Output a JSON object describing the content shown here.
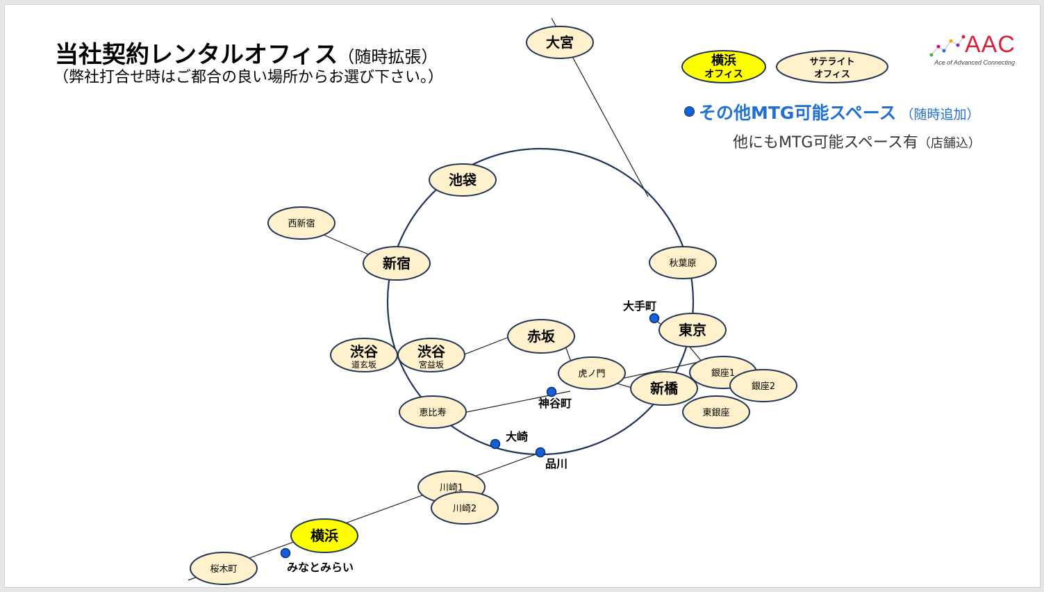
{
  "header": {
    "title": "当社契約レンタルオフィス",
    "title_note": "（随時拡張）",
    "subtitle": "（弊社打合せ時はご都合の良い場所からお選び下さい。）"
  },
  "legend": {
    "yokohama_office": [
      "横浜",
      "オフィス"
    ],
    "satellite_office": [
      "サテライト",
      "オフィス"
    ],
    "other_spaces": "その他MTG可能スペース",
    "other_spaces_note": "（随時追加）",
    "more_spaces": "他にもMTG可能スペース有",
    "more_spaces_note": "（店舗込）"
  },
  "logo": {
    "name": "AAC",
    "tagline": "Ace of Advanced Connecting"
  },
  "colors": {
    "satellite_fill": "#fff1cc",
    "yokohama_fill": "#ffff00",
    "outline": "#1f3358",
    "mtg_dot": "#1560d9",
    "legend_blue": "#1f6fd6",
    "logo_red": "#d4203a"
  },
  "offices": [
    {
      "id": "omiya",
      "lines": [
        "大宮"
      ],
      "type": "satellite",
      "size": "large"
    },
    {
      "id": "ikebukuro",
      "lines": [
        "池袋"
      ],
      "type": "satellite",
      "size": "large"
    },
    {
      "id": "nishishinjuku",
      "lines": [
        "西新宿"
      ],
      "type": "satellite",
      "size": "small"
    },
    {
      "id": "shinjuku",
      "lines": [
        "新宿"
      ],
      "type": "satellite",
      "size": "large"
    },
    {
      "id": "akihabara",
      "lines": [
        "秋葉原"
      ],
      "type": "satellite",
      "size": "small"
    },
    {
      "id": "tokyo",
      "lines": [
        "東京"
      ],
      "type": "satellite",
      "size": "large"
    },
    {
      "id": "shibuya-dogenzaka",
      "lines": [
        "渋谷",
        "道玄坂"
      ],
      "type": "satellite",
      "size": "large"
    },
    {
      "id": "shibuya-miyamasuzaka",
      "lines": [
        "渋谷",
        "宮益坂"
      ],
      "type": "satellite",
      "size": "large"
    },
    {
      "id": "akasaka",
      "lines": [
        "赤坂"
      ],
      "type": "satellite",
      "size": "large"
    },
    {
      "id": "toranomon",
      "lines": [
        "虎ノ門"
      ],
      "type": "satellite",
      "size": "small"
    },
    {
      "id": "ginza1",
      "lines": [
        "銀座1"
      ],
      "type": "satellite",
      "size": "small"
    },
    {
      "id": "ginza2",
      "lines": [
        "銀座2"
      ],
      "type": "satellite",
      "size": "small"
    },
    {
      "id": "shimbashi",
      "lines": [
        "新橋"
      ],
      "type": "satellite",
      "size": "large"
    },
    {
      "id": "higashiginza",
      "lines": [
        "東銀座"
      ],
      "type": "satellite",
      "size": "small"
    },
    {
      "id": "ebisu",
      "lines": [
        "恵比寿"
      ],
      "type": "satellite",
      "size": "small"
    },
    {
      "id": "kawasaki1",
      "lines": [
        "川崎1"
      ],
      "type": "satellite",
      "size": "small"
    },
    {
      "id": "kawasaki2",
      "lines": [
        "川崎2"
      ],
      "type": "satellite",
      "size": "small"
    },
    {
      "id": "yokohama",
      "lines": [
        "横浜"
      ],
      "type": "yokohama",
      "size": "large"
    },
    {
      "id": "sakuragicho",
      "lines": [
        "桜木町"
      ],
      "type": "satellite",
      "size": "small"
    }
  ],
  "mtg_spaces": [
    {
      "id": "otemachi",
      "label": "大手町"
    },
    {
      "id": "kamiyacho",
      "label": "神谷町"
    },
    {
      "id": "osaki",
      "label": "大崎"
    },
    {
      "id": "shinagawa",
      "label": "品川"
    },
    {
      "id": "minatomirai",
      "label": "みなとみらい"
    }
  ]
}
